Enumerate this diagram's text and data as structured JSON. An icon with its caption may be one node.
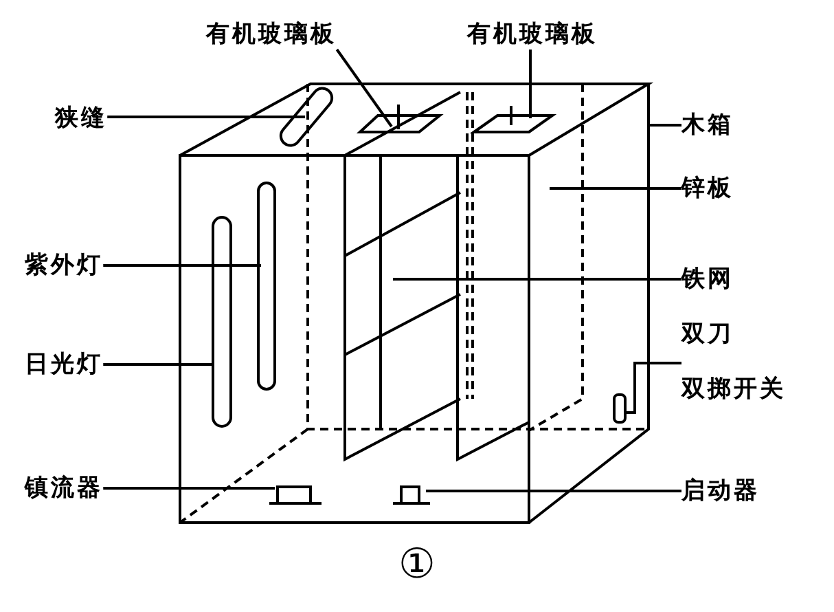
{
  "diagram": {
    "nodes": [
      {
        "text": [
          "有机玻璃板"
        ]
      },
      {
        "text": [
          "有机玻璃板"
        ]
      },
      {
        "text": [
          "狭缝"
        ]
      },
      {
        "text": [
          "木箱"
        ]
      },
      {
        "text": [
          "锌板"
        ]
      },
      {
        "text": [
          "紫外灯"
        ]
      },
      {
        "text": [
          "铁网"
        ]
      },
      {
        "text": [
          "日光灯"
        ]
      },
      {
        "text": [
          "双刀",
          "双掷开关"
        ]
      },
      {
        "text": [
          "镇流器"
        ]
      },
      {
        "text": [
          "启动器"
        ]
      }
    ],
    "edges": [
      {
        "from": 0,
        "to": null,
        "arrow": "none"
      },
      {
        "from": 1,
        "to": null,
        "arrow": "none"
      },
      {
        "from": 2,
        "to": null,
        "arrow": "none"
      },
      {
        "from": 3,
        "to": null,
        "arrow": "none"
      },
      {
        "from": 4,
        "to": null,
        "arrow": "none"
      },
      {
        "from": 5,
        "to": null,
        "arrow": "none"
      },
      {
        "from": 6,
        "to": null,
        "arrow": "none"
      },
      {
        "from": 7,
        "to": null,
        "arrow": "none"
      },
      {
        "from": 8,
        "to": null,
        "arrow": "none"
      },
      {
        "from": 9,
        "to": null,
        "arrow": "none"
      },
      {
        "from": 10,
        "to": null,
        "arrow": "none"
      }
    ],
    "labels": [
      "①"
    ]
  }
}
